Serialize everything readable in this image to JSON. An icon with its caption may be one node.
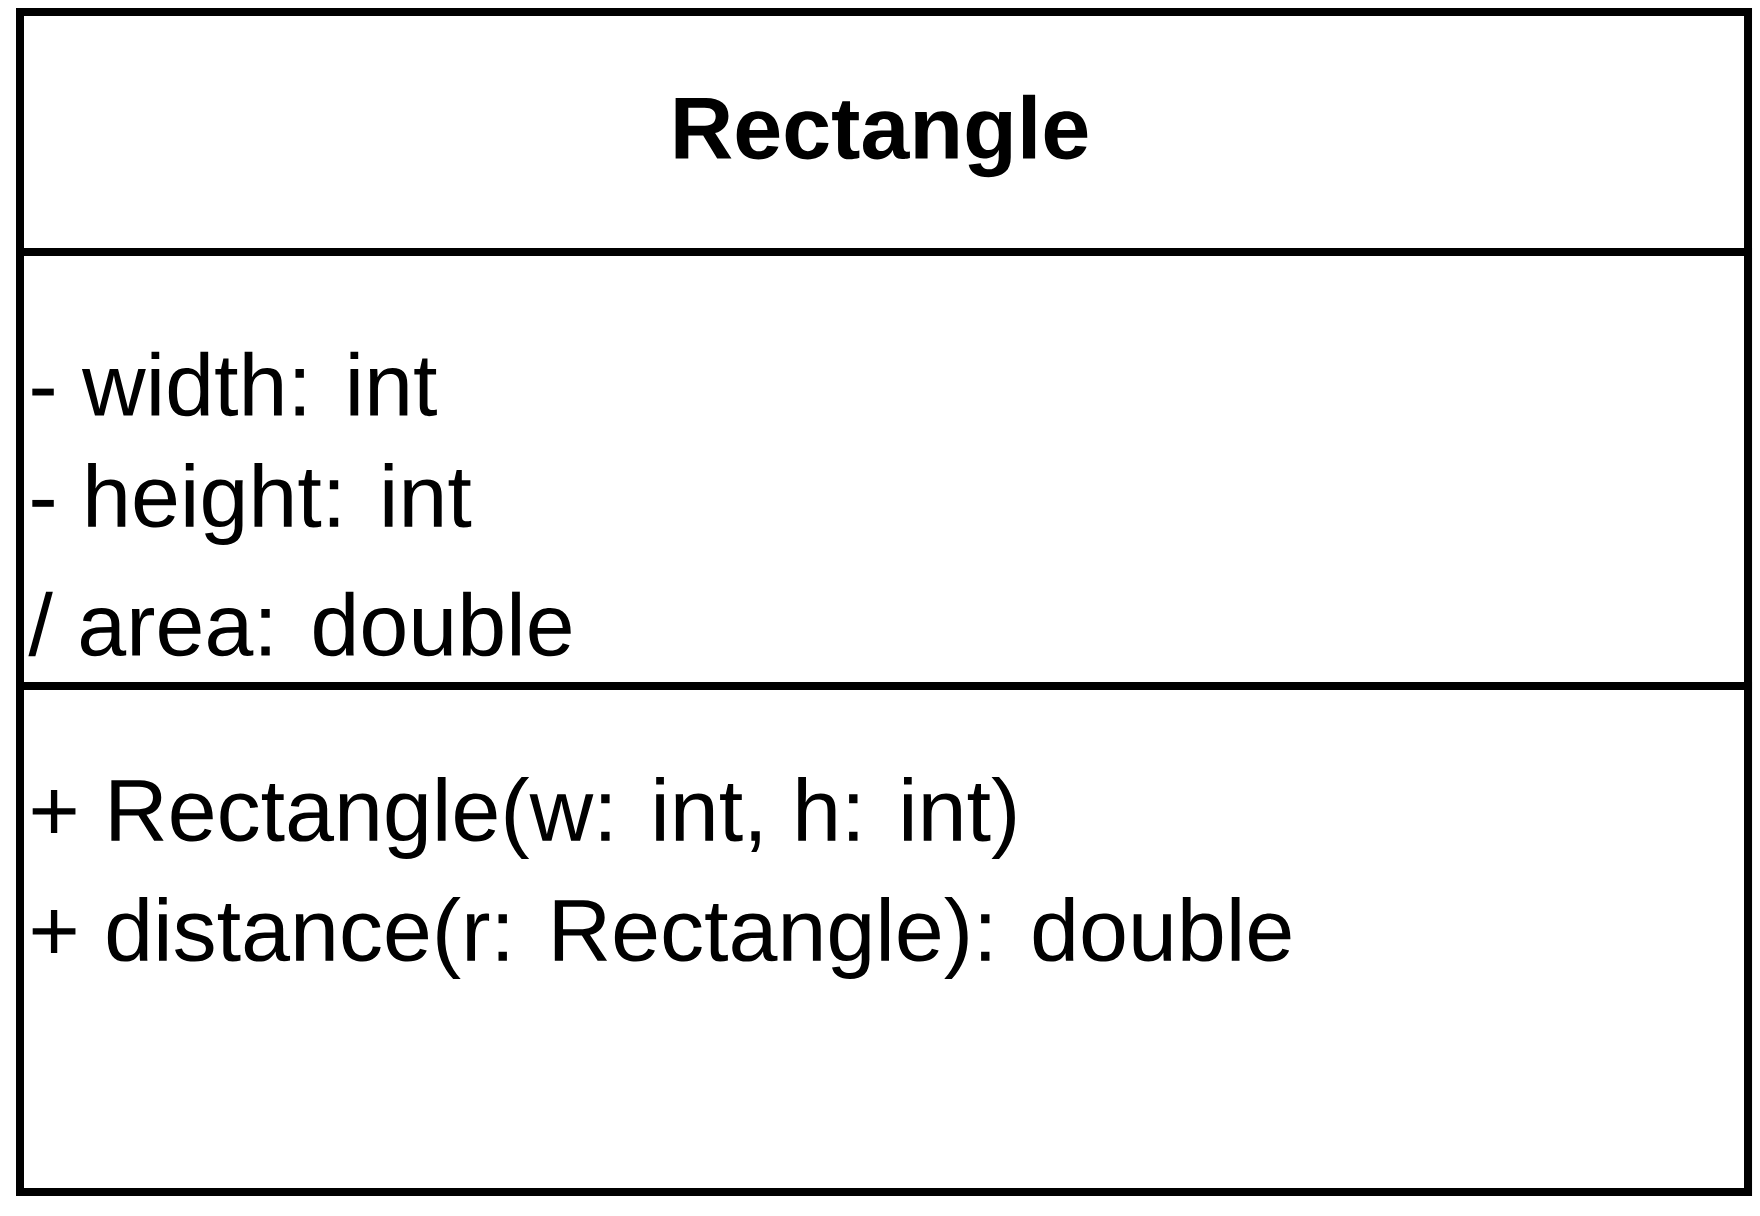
{
  "diagram": {
    "nodes": [
      {
        "text": [
          "Rectangle"
        ]
      },
      {
        "text": [
          "- width: int",
          "- height: int",
          "/ area: double"
        ],
        "in": 0
      },
      {
        "text": [
          "+ Rectangle(w: int, h: int)",
          "+ distance(r: Rectangle): double"
        ],
        "in": 0
      }
    ]
  }
}
